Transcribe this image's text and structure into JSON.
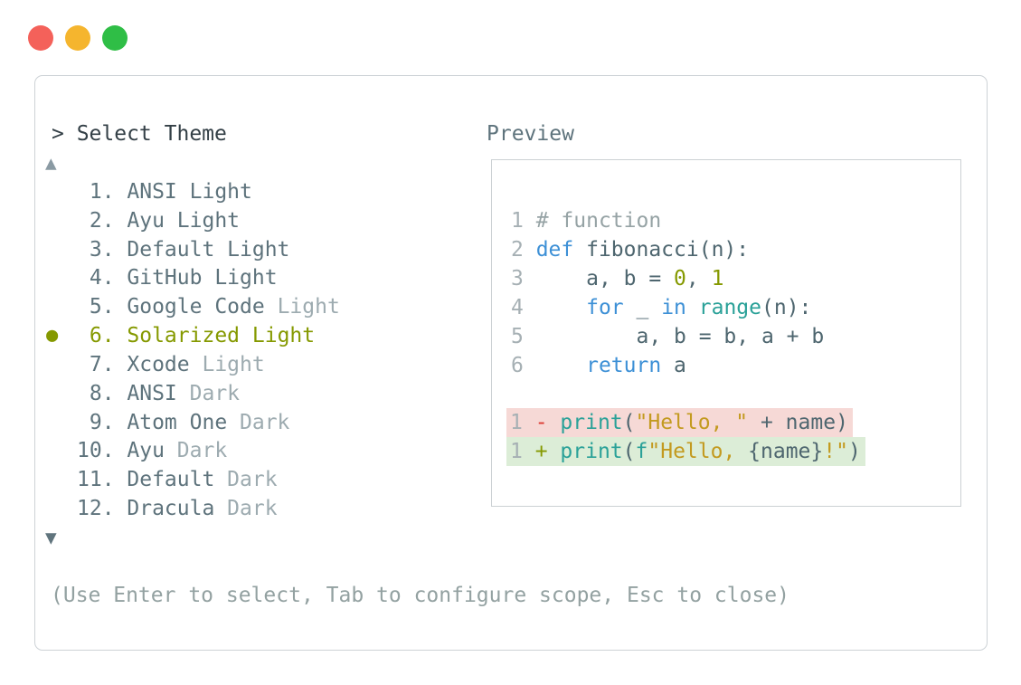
{
  "window": {
    "controls": [
      {
        "name": "close",
        "color": "#f4615a"
      },
      {
        "name": "minimize",
        "color": "#f5b52e"
      },
      {
        "name": "maximize",
        "color": "#2fbe46"
      }
    ]
  },
  "header": {
    "title": "> Select Theme",
    "preview_label": "Preview"
  },
  "theme_list": {
    "scroll_up_indicator": "▲",
    "scroll_down_indicator": "▼",
    "selected_marker": "●",
    "selected_number": 6,
    "items": [
      {
        "number": " 1. ",
        "name": "ANSI",
        "variant": "Light",
        "muted_variant": false,
        "selected": false
      },
      {
        "number": " 2. ",
        "name": "Ayu",
        "variant": "Light",
        "muted_variant": false,
        "selected": false
      },
      {
        "number": " 3. ",
        "name": "Default",
        "variant": "Light",
        "muted_variant": false,
        "selected": false
      },
      {
        "number": " 4. ",
        "name": "GitHub",
        "variant": "Light",
        "muted_variant": false,
        "selected": false
      },
      {
        "number": " 5. ",
        "name": "Google Code",
        "variant": "Light",
        "muted_variant": true,
        "selected": false
      },
      {
        "number": " 6. ",
        "name": "Solarized",
        "variant": "Light",
        "muted_variant": false,
        "selected": true
      },
      {
        "number": " 7. ",
        "name": "Xcode",
        "variant": "Light",
        "muted_variant": true,
        "selected": false
      },
      {
        "number": " 8. ",
        "name": "ANSI",
        "variant": "Dark",
        "muted_variant": true,
        "selected": false
      },
      {
        "number": " 9. ",
        "name": "Atom One",
        "variant": "Dark",
        "muted_variant": true,
        "selected": false
      },
      {
        "number": "10. ",
        "name": "Ayu",
        "variant": "Dark",
        "muted_variant": true,
        "selected": false
      },
      {
        "number": "11. ",
        "name": "Default",
        "variant": "Dark",
        "muted_variant": true,
        "selected": false
      },
      {
        "number": "12. ",
        "name": "Dracula",
        "variant": "Dark",
        "muted_variant": true,
        "selected": false
      }
    ]
  },
  "preview": {
    "lines": [
      {
        "type": "code",
        "tokens": [
          {
            "t": "1 ",
            "c": "lineno"
          },
          {
            "t": "# function",
            "c": "comment"
          }
        ]
      },
      {
        "type": "code",
        "tokens": [
          {
            "t": "2 ",
            "c": "lineno"
          },
          {
            "t": "def",
            "c": "keyword"
          },
          {
            "t": " fibonacci(n):",
            "c": "default"
          }
        ]
      },
      {
        "type": "code",
        "tokens": [
          {
            "t": "3 ",
            "c": "lineno"
          },
          {
            "t": "    a, b = ",
            "c": "default"
          },
          {
            "t": "0",
            "c": "olive"
          },
          {
            "t": ", ",
            "c": "default"
          },
          {
            "t": "1",
            "c": "olive"
          }
        ]
      },
      {
        "type": "code",
        "tokens": [
          {
            "t": "4 ",
            "c": "lineno"
          },
          {
            "t": "    ",
            "c": "default"
          },
          {
            "t": "for",
            "c": "keyword"
          },
          {
            "t": " _ ",
            "c": "default"
          },
          {
            "t": "in",
            "c": "keyword"
          },
          {
            "t": " ",
            "c": "default"
          },
          {
            "t": "range",
            "c": "teal"
          },
          {
            "t": "(n):",
            "c": "default"
          }
        ]
      },
      {
        "type": "code",
        "tokens": [
          {
            "t": "5 ",
            "c": "lineno"
          },
          {
            "t": "        a, b = b, a + b",
            "c": "default"
          }
        ]
      },
      {
        "type": "code",
        "tokens": [
          {
            "t": "6 ",
            "c": "lineno"
          },
          {
            "t": "    ",
            "c": "default"
          },
          {
            "t": "return",
            "c": "keyword"
          },
          {
            "t": " a",
            "c": "default"
          }
        ]
      },
      {
        "type": "blank",
        "tokens": []
      },
      {
        "type": "removed",
        "tokens": [
          {
            "t": "1 ",
            "c": "lineno"
          },
          {
            "t": "- ",
            "c": "red"
          },
          {
            "t": "print",
            "c": "teal"
          },
          {
            "t": "(",
            "c": "default"
          },
          {
            "t": "\"Hello, \"",
            "c": "string"
          },
          {
            "t": " + name)",
            "c": "default"
          }
        ]
      },
      {
        "type": "added",
        "tokens": [
          {
            "t": "1 ",
            "c": "lineno"
          },
          {
            "t": "+ ",
            "c": "olive"
          },
          {
            "t": "print",
            "c": "teal"
          },
          {
            "t": "(",
            "c": "default"
          },
          {
            "t": "f",
            "c": "teal"
          },
          {
            "t": "\"Hello, ",
            "c": "string"
          },
          {
            "t": "{name}",
            "c": "default"
          },
          {
            "t": "!\"",
            "c": "string"
          },
          {
            "t": ")",
            "c": "default"
          }
        ]
      }
    ]
  },
  "footer": {
    "hint": "(Use Enter to select, Tab to configure scope, Esc to close)"
  },
  "colors": {
    "panel-border": "#cdd2d6",
    "preview-border": "#ccd1d4",
    "title": "#333f46",
    "preview-label": "#5e737c",
    "item-name": "#5e737c",
    "item-variant-muted": "#9dabb0",
    "selected": "#859900",
    "arrow-up": "#8a9aa3",
    "arrow-down": "#60747d",
    "footer": "#93a1a1",
    "lineno": "#a6b0b4",
    "comment": "#96a3a5",
    "code-default": "#4e666f",
    "keyword-blue": "#3d90d6",
    "teal": "#2aa198",
    "olive": "#859900",
    "string-gold": "#c39a1f",
    "red": "#dc3a32",
    "diff-removed-bg": "#f6d9d6",
    "diff-added-bg": "#dcedd7"
  }
}
